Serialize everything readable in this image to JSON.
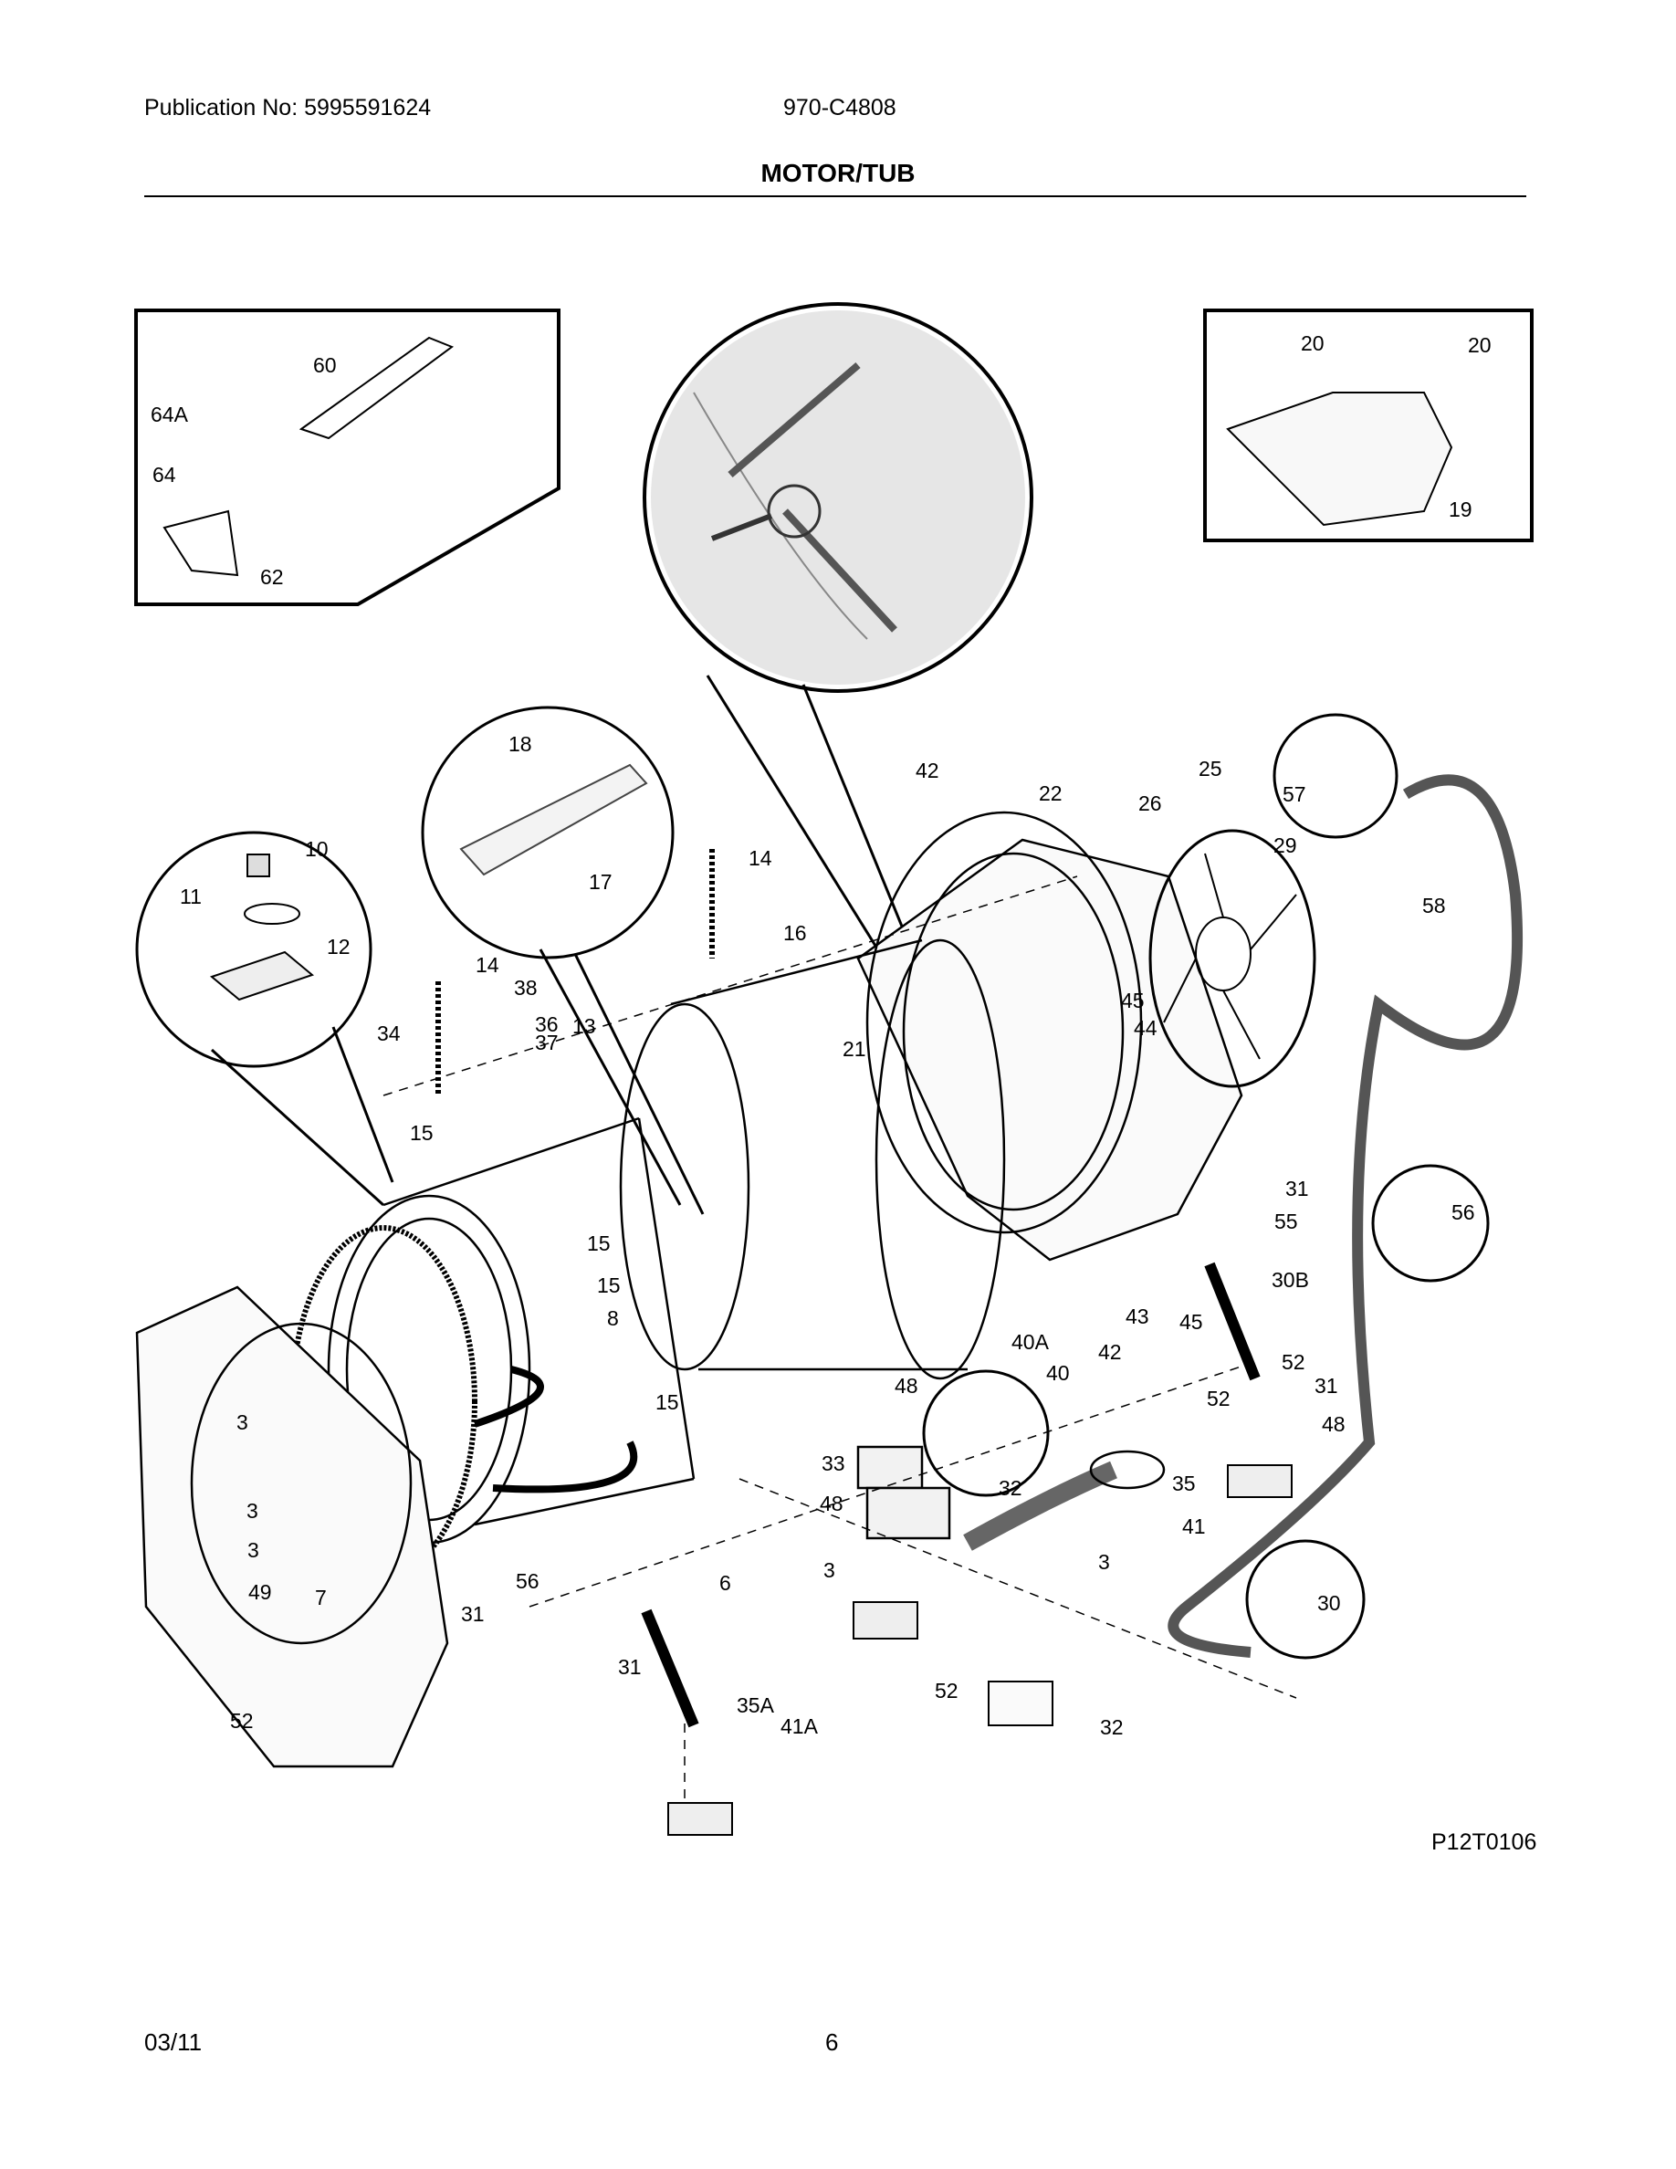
{
  "header": {
    "publication": "Publication No: 5995591624",
    "model": "970-C4808",
    "title": "MOTOR/TUB"
  },
  "footer": {
    "date": "03/11",
    "page": "6"
  },
  "diagram": {
    "reference_code": "P12T0106",
    "callouts": [
      "60",
      "64A",
      "64",
      "62",
      "20",
      "20",
      "19",
      "18",
      "17",
      "42",
      "22",
      "25",
      "26",
      "57",
      "29",
      "58",
      "10",
      "11",
      "12",
      "14",
      "14",
      "16",
      "21",
      "45",
      "44",
      "31",
      "55",
      "56",
      "38",
      "36",
      "34",
      "37",
      "13",
      "15",
      "15",
      "15",
      "8",
      "15",
      "30B",
      "43",
      "45",
      "40A",
      "40",
      "42",
      "52",
      "31",
      "52",
      "48",
      "33",
      "48",
      "48",
      "32",
      "35",
      "41",
      "3",
      "3",
      "3",
      "3",
      "3",
      "49",
      "7",
      "31",
      "56",
      "6",
      "30",
      "52",
      "31",
      "35A",
      "41A",
      "52",
      "32"
    ]
  }
}
